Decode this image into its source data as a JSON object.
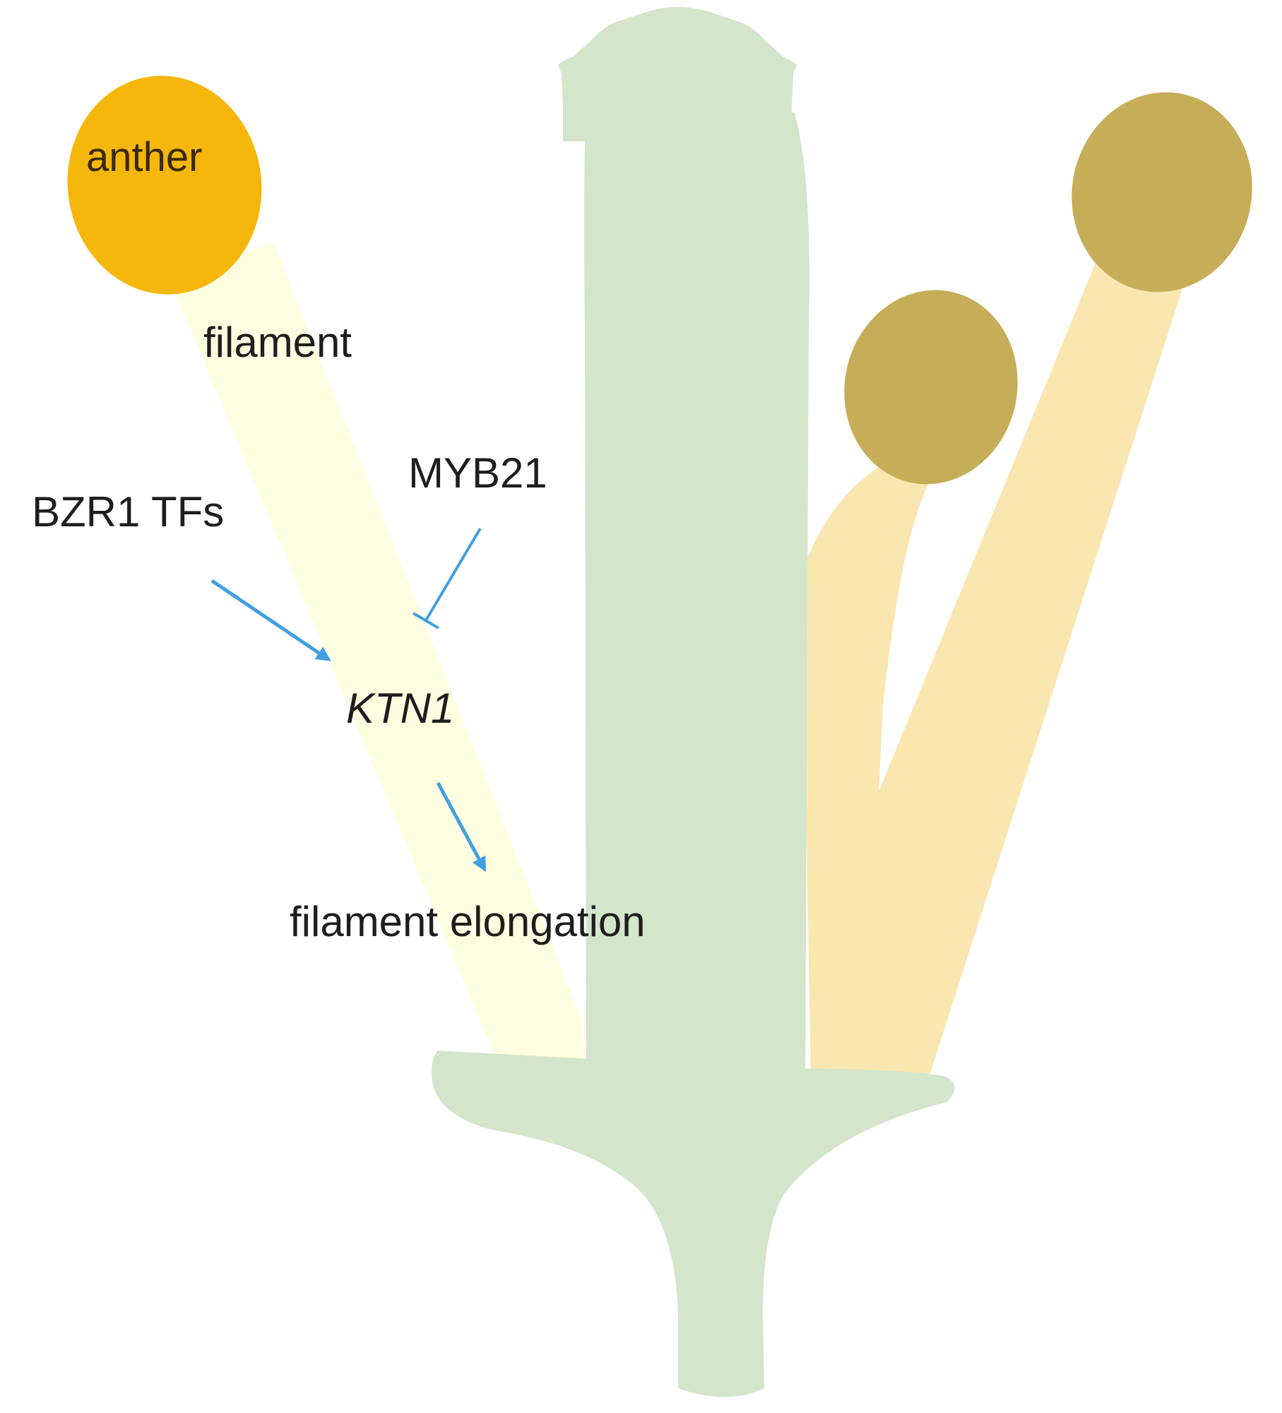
{
  "labels": {
    "anther": "anther",
    "filament": "filament",
    "myb21": "MYB21",
    "bzr1": "BZR1 TFs",
    "ktn1": "KTN1",
    "elongation": "filament elongation"
  },
  "regulation": [
    {
      "from": "BZR1 TFs",
      "to": "KTN1",
      "type": "activation"
    },
    {
      "from": "MYB21",
      "to": "KTN1",
      "type": "inhibition"
    },
    {
      "from": "KTN1",
      "to": "filament elongation",
      "type": "activation"
    }
  ],
  "colors": {
    "pistil": "#d3e5cb",
    "highlighted_filament": "#fefee0",
    "highlighted_anther": "#f6b70c",
    "other_filament": "#fae7b0",
    "other_anther": "#c6ad57",
    "arrow": "#41a0e0",
    "text": "#1e1e1e"
  }
}
